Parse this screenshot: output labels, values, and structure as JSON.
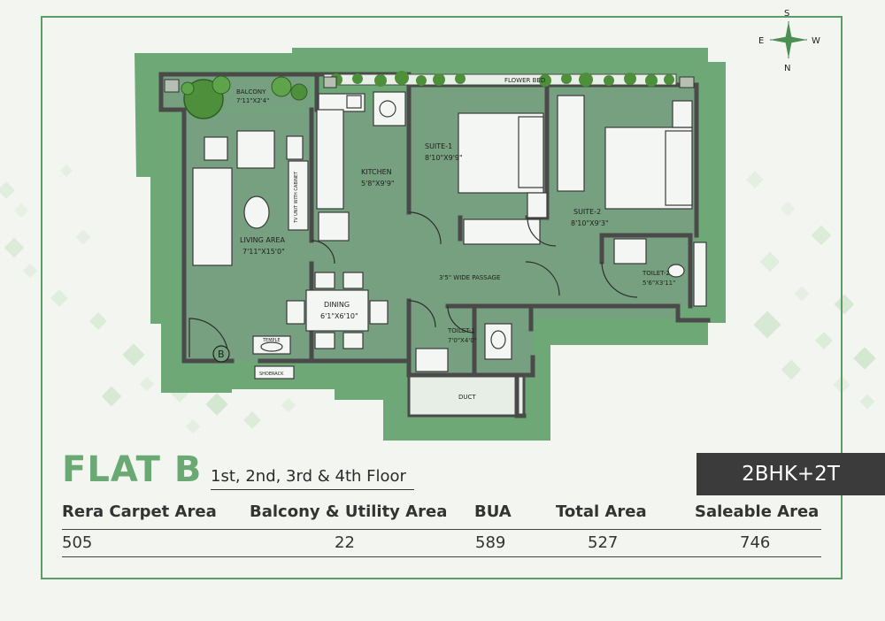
{
  "compass": {
    "north": "N",
    "south": "S",
    "east": "E",
    "west": "W"
  },
  "rooms": {
    "balcony": {
      "name": "BALCONY",
      "size": "7'11\"X2'4\""
    },
    "flower_bed": {
      "name": "FLOWER BED"
    },
    "kitchen": {
      "name": "KITCHEN",
      "size": "5'8\"X9'9\""
    },
    "tv_unit": {
      "name": "TV UNIT WITH CABINET"
    },
    "suite1": {
      "name": "SUITE-1",
      "size": "8'10\"X9'9\""
    },
    "suite2": {
      "name": "SUITE-2",
      "size": "8'10\"X9'3\""
    },
    "living": {
      "name": "LIVING AREA",
      "size": "7'11\"X15'0\""
    },
    "dining": {
      "name": "DINING",
      "size": "6'1\"X6'10\""
    },
    "passage": {
      "name": "3'5\" WIDE PASSAGE"
    },
    "toilet1": {
      "name": "TOILET-1",
      "size": "7'0\"X4'0\""
    },
    "toilet2": {
      "name": "TOILET-2",
      "size": "5'6\"X3'11\""
    },
    "temple": {
      "name": "TEMPLE"
    },
    "shoerack": {
      "name": "SHOERACK"
    },
    "duct": {
      "name": "DUCT"
    },
    "entry_marker": {
      "name": "B"
    }
  },
  "flat": {
    "title": "FLAT B",
    "floors": "1st, 2nd, 3rd & 4th Floor",
    "type_badge": "2BHK+2T"
  },
  "area_table": {
    "headers": [
      "Rera Carpet Area",
      "Balcony & Utility Area",
      "BUA",
      "Total Area",
      "Saleable Area"
    ],
    "values": [
      "505",
      "22",
      "589",
      "527",
      "746"
    ]
  },
  "colors": {
    "accent_green": "#6aa973",
    "floor_green": "#76a07f",
    "wall": "#4a4a4a",
    "badge_bg": "#3b3b3b"
  }
}
